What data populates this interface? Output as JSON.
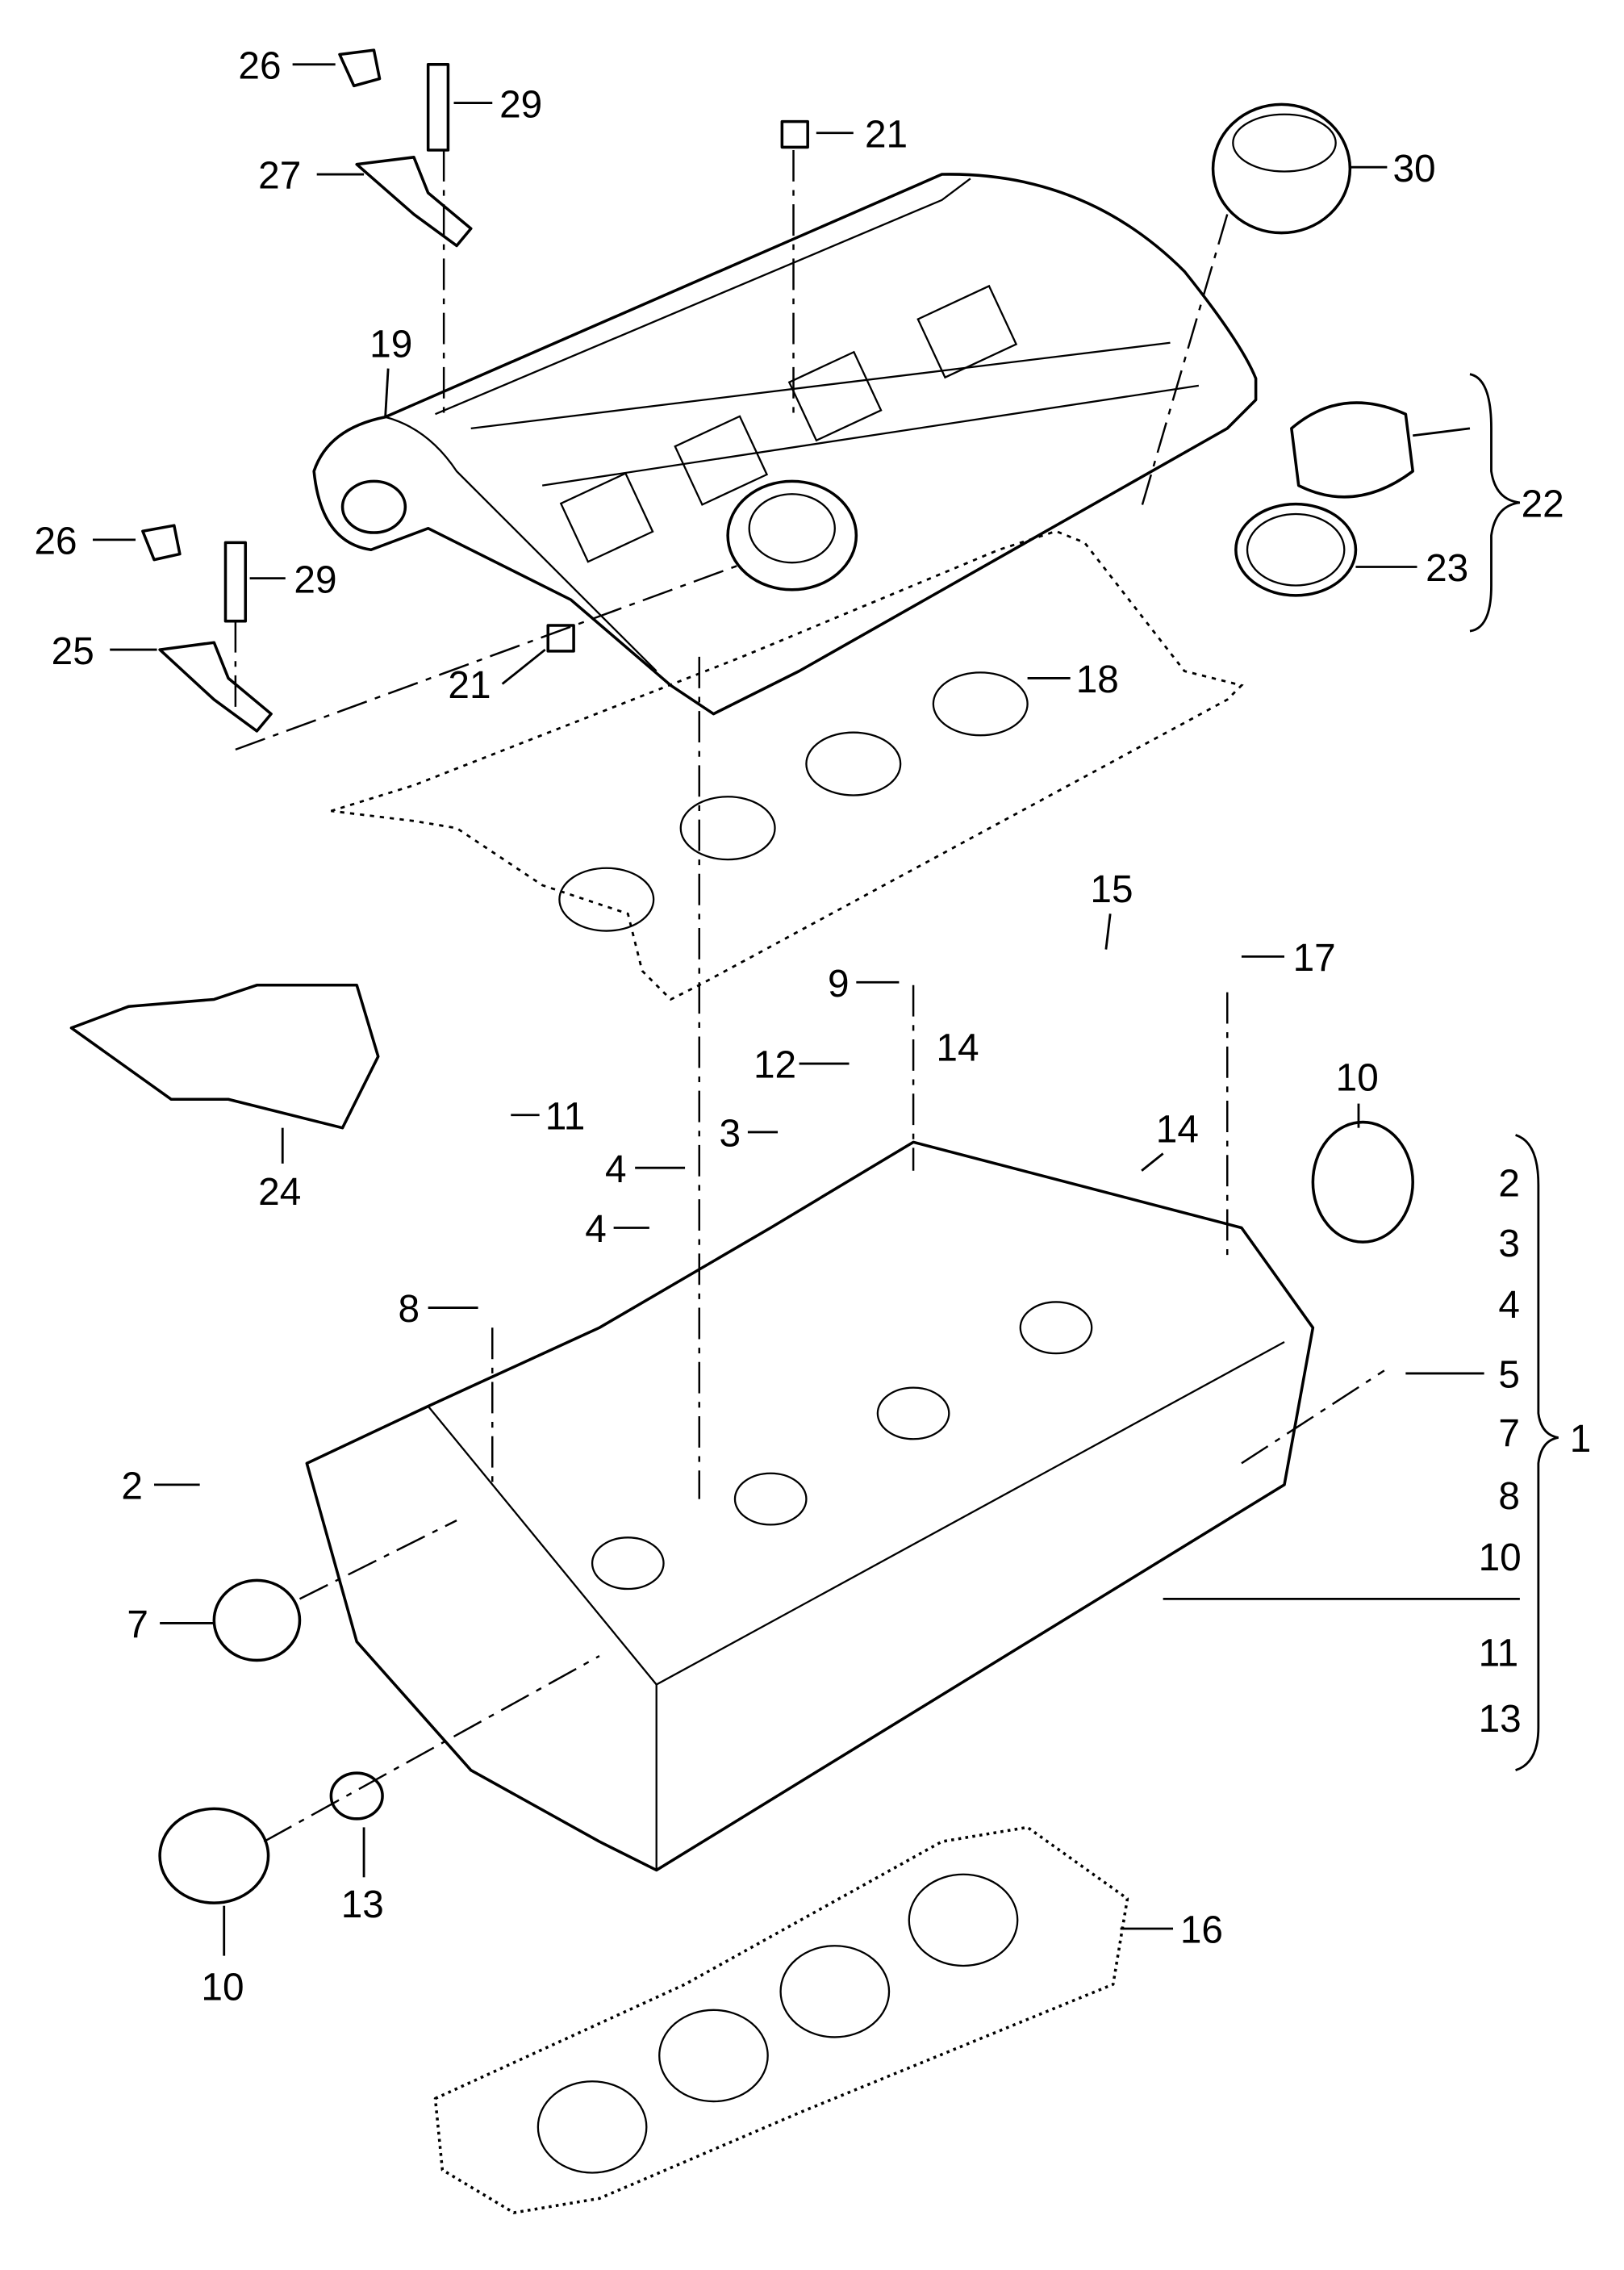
{
  "diagram": {
    "type": "exploded parts diagram",
    "colors": {
      "line": "#000000",
      "background": "#ffffff"
    },
    "callouts": {
      "c26a": "26",
      "c29a": "29",
      "c27": "27",
      "c21a": "21",
      "c30": "30",
      "c19": "19",
      "c22": "22",
      "c26b": "26",
      "c29b": "29",
      "c23": "23",
      "c25": "25",
      "c21b": "21",
      "c18": "18",
      "c15": "15",
      "c17": "17",
      "c9": "9",
      "c12": "12",
      "c14a": "14",
      "c11": "11",
      "c10a": "10",
      "c3": "3",
      "c14b": "14",
      "c4a": "4",
      "c4b": "4",
      "c24": "24",
      "c8": "8",
      "c2": "2",
      "c7": "7",
      "c13": "13",
      "c10b": "10",
      "c16": "16"
    },
    "assembly_1": {
      "label": "1",
      "items": [
        "2",
        "3",
        "4",
        "5",
        "7",
        "8",
        "10",
        "11",
        "13"
      ]
    }
  }
}
